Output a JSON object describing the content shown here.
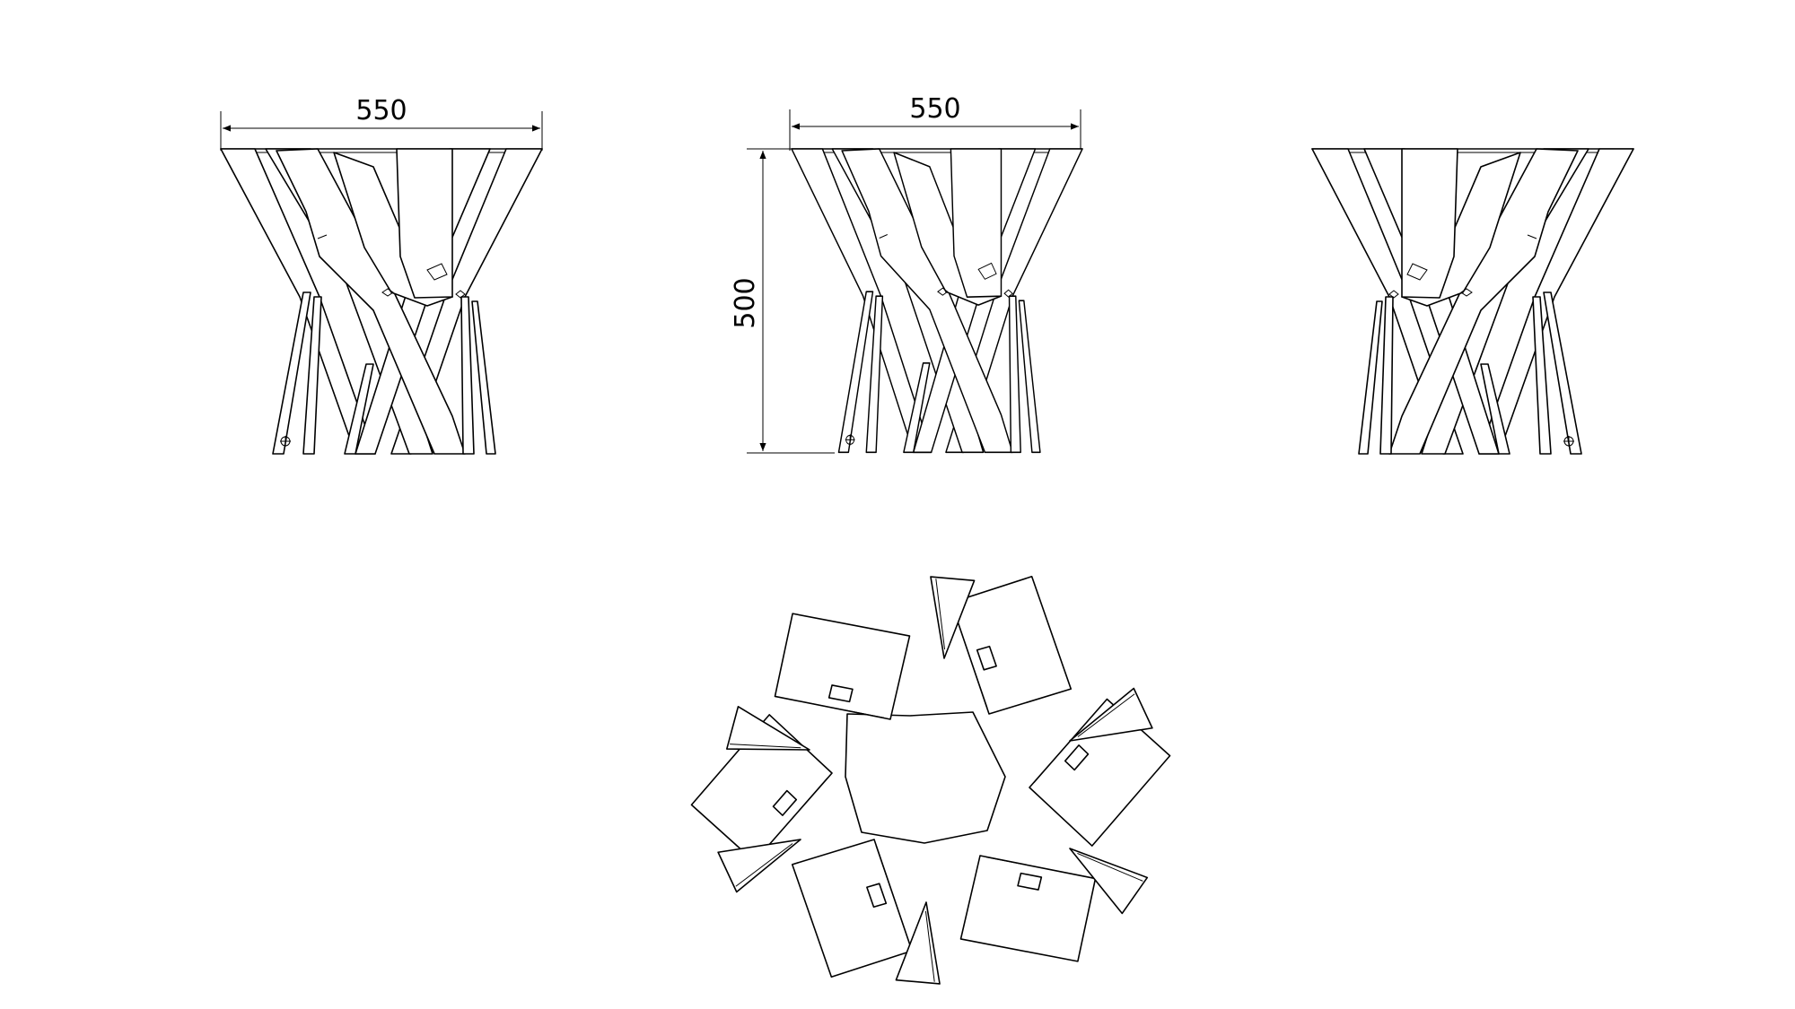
{
  "drawing": {
    "views": [
      "front-view",
      "side-view",
      "rear-view",
      "top-view"
    ],
    "dimensions": {
      "front_width": "550",
      "side_width": "550",
      "side_height": "500"
    },
    "line_color": "#000000",
    "background": "#ffffff"
  }
}
